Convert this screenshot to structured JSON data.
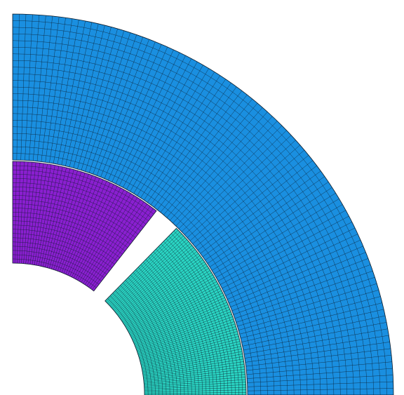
{
  "figure": {
    "regions": [
      {
        "id": "outer-ring",
        "fill": "#1a8fe0",
        "radial_divisions": 22,
        "angular_divisions": 90
      },
      {
        "id": "inner-sector-lower",
        "fill": "#2ad6c4",
        "radial_divisions": 28,
        "angular_divisions": 72
      },
      {
        "id": "inner-sector-upper",
        "fill": "#8a1fd0",
        "radial_divisions": 24,
        "angular_divisions": 40
      }
    ],
    "mesh_line_color": "#0a1a2a",
    "background": "#ffffff"
  }
}
